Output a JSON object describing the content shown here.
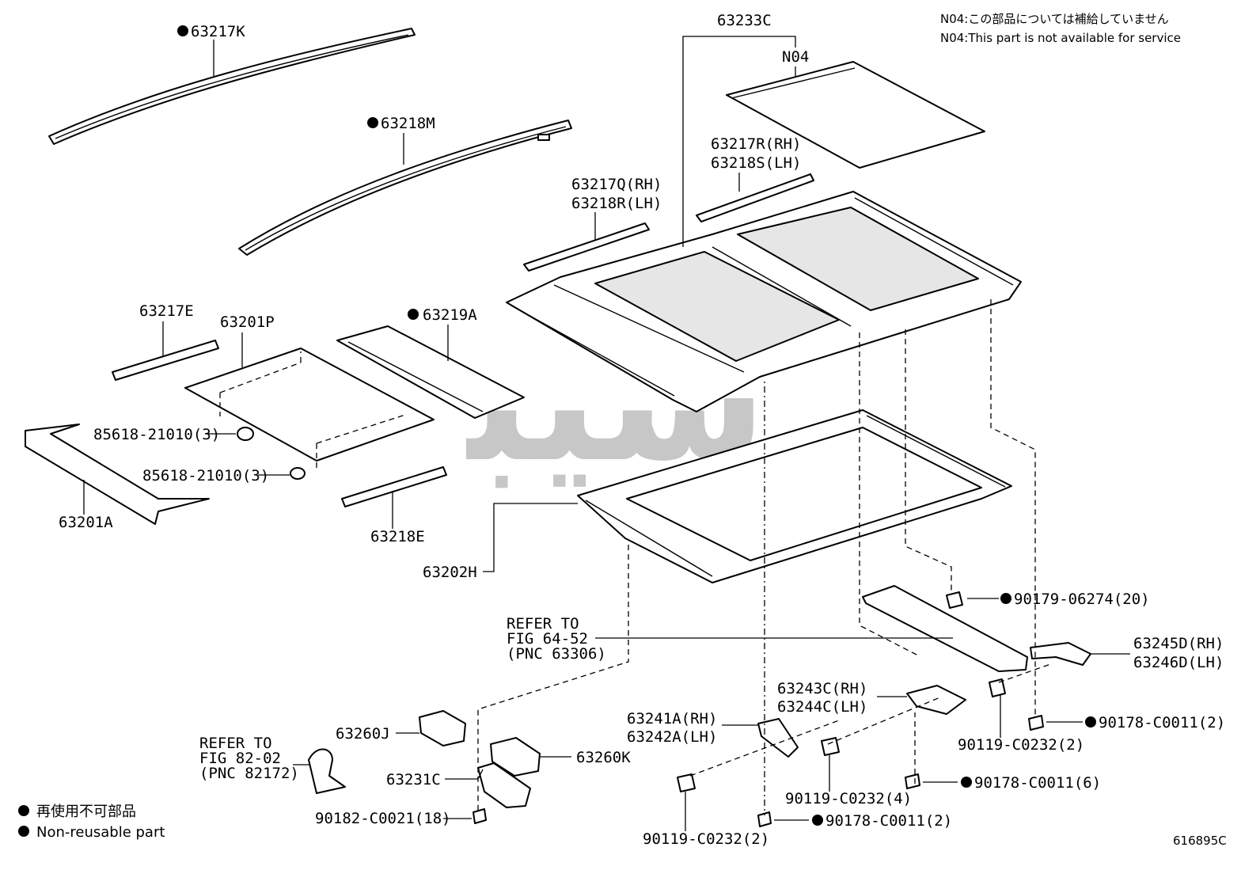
{
  "note": {
    "jp": "N04:この部品については補給していません",
    "en": "N04:This part is not available for service"
  },
  "legend": {
    "jp": "再使用不可部品",
    "en": "Non-reusable part"
  },
  "figure_code": "616895C",
  "watermark_glyphs": "ﺳﻴﺒ",
  "labels": {
    "p63217K": "63217K",
    "p63218M": "63218M",
    "p63233C": "63233C",
    "pN04": "N04",
    "p63217R": "63217R(RH)",
    "p63218S": "63218S(LH)",
    "p63217Q": "63217Q(RH)",
    "p63218R": "63218R(LH)",
    "p63217E": "63217E",
    "p63201P": "63201P",
    "p63219A": "63219A",
    "p85618a": "85618-21010(3)",
    "p85618b": "85618-21010(3)",
    "p63201A": "63201A",
    "p63218E": "63218E",
    "p63202H": "63202H",
    "refer1_l1": "REFER TO",
    "refer1_l2": "FIG 64-52",
    "refer1_l3": "(PNC 63306)",
    "p90179": "90179-06274(20)",
    "p63245D": "63245D(RH)",
    "p63246D": "63246D(LH)",
    "p63243C": "63243C(RH)",
    "p63244C": "63244C(LH)",
    "p63241A": "63241A(RH)",
    "p63242A": "63242A(LH)",
    "p63260J": "63260J",
    "p63260K": "63260K",
    "p63231C": "63231C",
    "refer2_l1": "REFER TO",
    "refer2_l2": "FIG 82-02",
    "refer2_l3": "(PNC 82172)",
    "p90182": "90182-C0021(18)",
    "p90119a": "90119-C0232(2)",
    "p90178a": "90178-C0011(2)",
    "p90119b": "90119-C0232(4)",
    "p90178b": "90178-C0011(6)",
    "p90178c": "90178-C0011(2)",
    "p90119c": "90119-C0232(2)"
  }
}
